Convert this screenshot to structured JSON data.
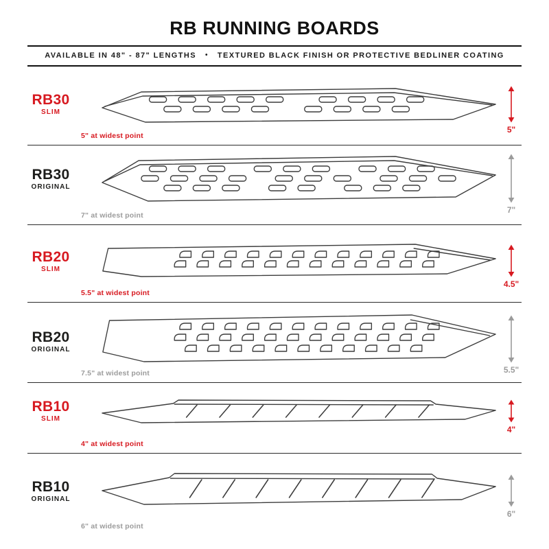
{
  "header": {
    "title": "RB RUNNING BOARDS",
    "subtitle_lengths": "AVAILABLE IN 48\" - 87\" LENGTHS",
    "subtitle_bullet": "•",
    "subtitle_finish": "TEXTURED BLACK FINISH OR PROTECTIVE BEDLINER COATING"
  },
  "colors": {
    "accent_red": "#d71920",
    "measure_gray": "#9b9b9b",
    "line_art": "#3c3c3c"
  },
  "rows": [
    {
      "model": "RB30",
      "variant": "SLIM",
      "width_note": "5\" at widest point",
      "height_label": "5\"",
      "accent": "red"
    },
    {
      "model": "RB30",
      "variant": "ORIGINAL",
      "width_note": "7\" at widest point",
      "height_label": "7\"",
      "accent": "gray"
    },
    {
      "model": "RB20",
      "variant": "SLIM",
      "width_note": "5.5\" at widest point",
      "height_label": "4.5\"",
      "accent": "red"
    },
    {
      "model": "RB20",
      "variant": "ORIGINAL",
      "width_note": "7.5\" at widest point",
      "height_label": "5.5\"",
      "accent": "gray"
    },
    {
      "model": "RB10",
      "variant": "SLIM",
      "width_note": "4\" at widest point",
      "height_label": "4\"",
      "accent": "red"
    },
    {
      "model": "RB10",
      "variant": "ORIGINAL",
      "width_note": "6\" at widest point",
      "height_label": "6\"",
      "accent": "gray"
    }
  ]
}
